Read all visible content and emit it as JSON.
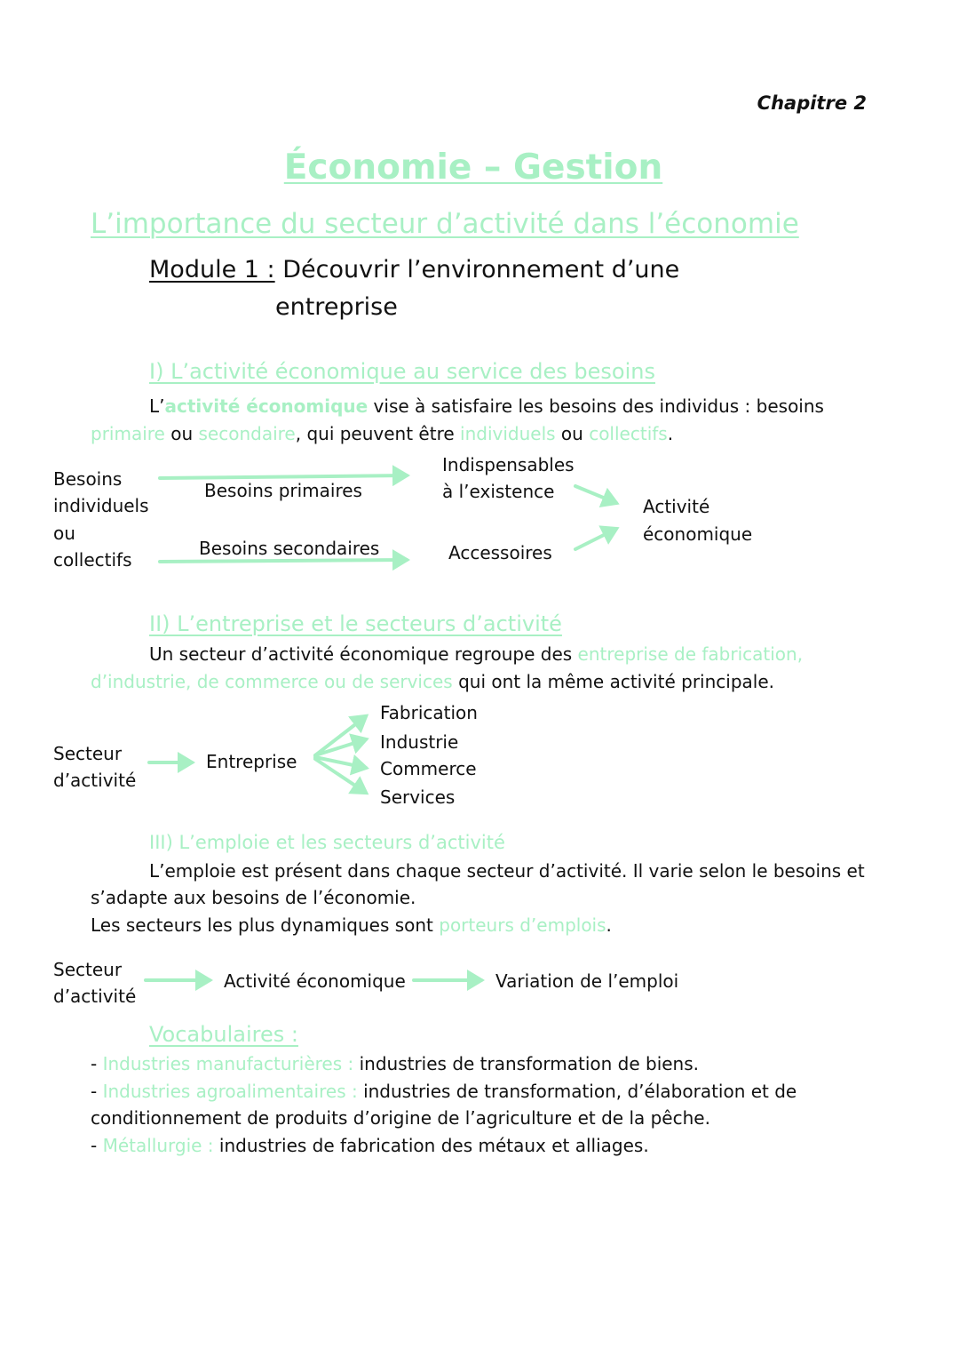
{
  "header": {
    "chapter": "Chapitre 2",
    "title": "Économie – Gestion",
    "subtitle": "L’importance du secteur d’activité dans l’économie",
    "module_label": "Module 1 :",
    "module_text_1": "Découvrir l’environnement d’une",
    "module_text_2": "entreprise"
  },
  "colors": {
    "accent": "#a8f0c4",
    "text": "#111111"
  },
  "section1": {
    "heading": "I) L’activité économique au service des besoins",
    "p1_a": "L’",
    "p1_b": "activité économique",
    "p1_c": " vise à satisfaire les besoins des individus : besoins",
    "p2_a": "primaire",
    "p2_b": " ou ",
    "p2_c": "secondaire",
    "p2_d": ", qui peuvent être ",
    "p2_e": "individuels",
    "p2_f": " ou ",
    "p2_g": "collectifs",
    "p2_h": ".",
    "diagram": {
      "left": [
        "Besoins",
        "individuels",
        "ou",
        "collectifs"
      ],
      "primary": "Besoins primaires",
      "secondary": "Besoins secondaires",
      "essential": [
        "Indispensables",
        "à l’existence"
      ],
      "accessory": "Accessoires",
      "result": [
        "Activité",
        "économique"
      ]
    }
  },
  "section2": {
    "heading": "II) L’entreprise et le secteurs d’activité",
    "p1_a": "Un secteur d’activité économique regroupe des ",
    "p1_b": "entreprise de fabrication,",
    "p2_a": "d’industrie, de commerce ou de services",
    "p2_b": " qui ont la même activité principale.",
    "diagram": {
      "left": [
        "Secteur",
        "d’activité"
      ],
      "middle": "Entreprise",
      "branches": [
        "Fabrication",
        "Industrie",
        "Commerce",
        "Services"
      ]
    }
  },
  "section3": {
    "heading": "III) L’emploie et les secteurs d’activité",
    "p1": "L’emploie est présent dans chaque secteur d’activité. Il varie selon le besoins et",
    "p2": "s’adapte aux besoins de l’économie.",
    "p3_a": "Les secteurs les plus dynamiques sont ",
    "p3_b": "porteurs d’emplois",
    "p3_c": ".",
    "diagram": {
      "left": [
        "Secteur",
        "d’activité"
      ],
      "middle": "Activité économique",
      "right": "Variation de l’emploi"
    }
  },
  "vocab": {
    "heading": "Vocabulaires :",
    "items": [
      {
        "dash": "- ",
        "term": "Industries manufacturières :",
        "def": " industries de transformation de biens."
      },
      {
        "dash": "- ",
        "term": "Industries agroalimentaires :",
        "def": " industries de transformation, d’élaboration et de"
      },
      {
        "dash": "- ",
        "term": "Métallurgie :",
        "def": " industries de fabrication des métaux et alliages."
      }
    ],
    "continuation": "conditionnement de produits d’origine de l’agriculture et de la pêche."
  }
}
